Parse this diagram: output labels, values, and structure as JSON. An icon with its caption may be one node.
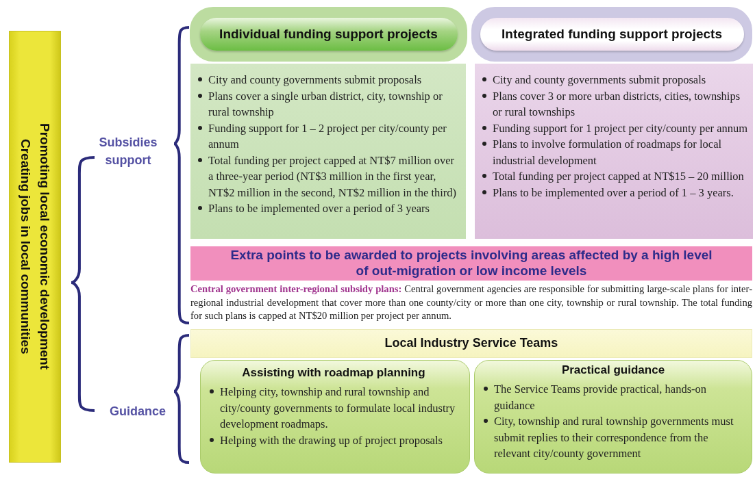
{
  "diagram": {
    "nodes": [
      {
        "text": [
          "Promoting local economic development",
          "Creating jobs in local communities"
        ]
      },
      {
        "text": [
          "Individual funding support projects"
        ]
      },
      {
        "text": [
          "City and county governments submit proposals",
          "Plans cover a single urban district, city, township or rural township",
          "Funding support for 1 – 2 project per city/county per annum",
          "Total funding per project capped at NT$7 million over a three-year period (NT$3 million in the first year, NT$2 million in the second, NT$2 million in the third)",
          "Plans to be implemented over a period of 3 years"
        ]
      },
      {
        "text": [
          "Integrated funding support projects"
        ]
      },
      {
        "text": [
          "City and county governments submit proposals",
          "Plans cover 3 or more urban districts, cities, townships or rural townships",
          "Funding support for 1 project per city/county per annum",
          "Plans to involve formulation of roadmaps for local industrial development",
          "Total funding per project capped at NT$15 – 20 million",
          "Plans to be implemented over a period of 1 – 3 years."
        ]
      },
      {
        "text": [
          "Extra points to be awarded to projects involving areas affected by a high level of out-migration or low income levels"
        ]
      },
      {
        "text": [
          "Local Industry Service Teams"
        ]
      },
      {
        "text": [
          "Assisting with roadmap planning",
          "Helping city, township and rural township and city/county governments to formulate local industry development roadmaps.",
          "Helping with the drawing up of project proposals"
        ]
      },
      {
        "text": [
          "Practical guidance",
          "The Service Teams provide practical, hands-on guidance",
          "City, township and rural township governments must submit replies to their correspondence from the relevant city/county government"
        ]
      }
    ],
    "labels": [
      "Subsidies support",
      "Guidance",
      "**Central government inter-regional subsidy plans:** Central government agencies are responsible for submitting large-scale plans for inter-regional industrial development that cover more than one county/city or more than one city, township or rural township. The total funding for such plans is capped at NT$20 million per project per annum."
    ]
  }
}
